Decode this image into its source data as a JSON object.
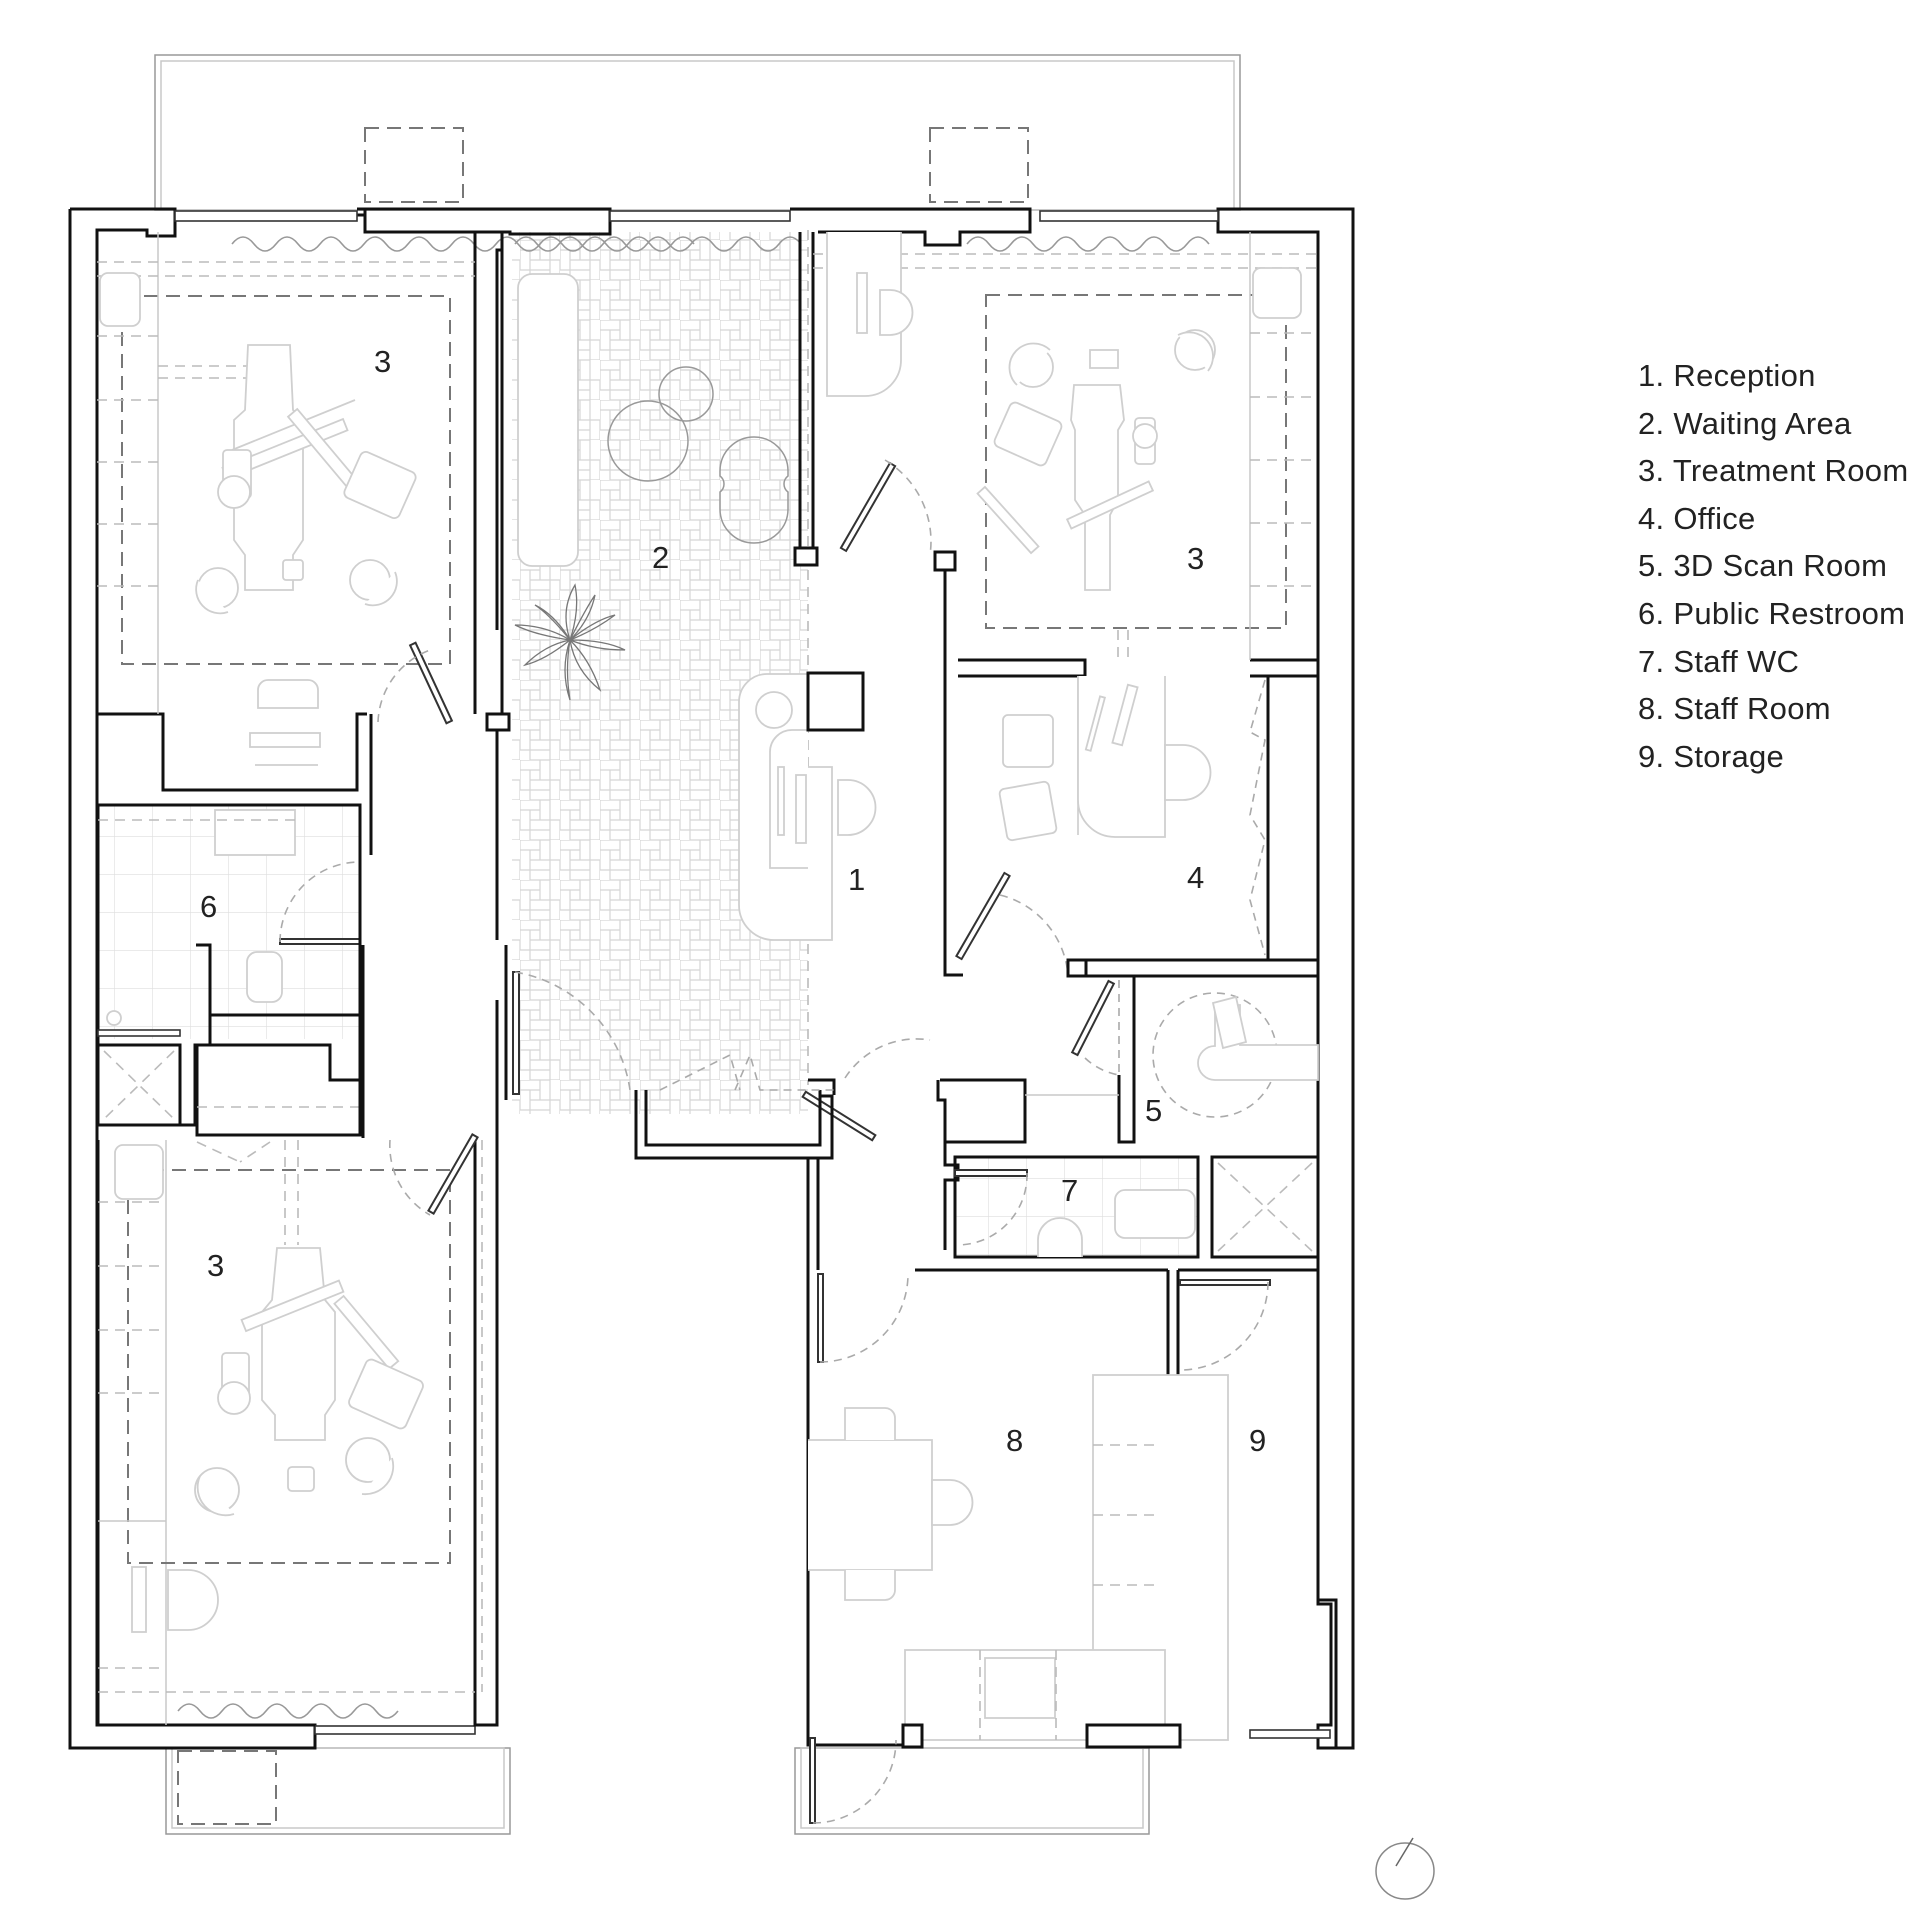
{
  "legend": {
    "items": [
      {
        "number": "1.",
        "label": "Reception"
      },
      {
        "number": "2.",
        "label": "Waiting Area"
      },
      {
        "number": "3.",
        "label": "Treatment Room"
      },
      {
        "number": "4.",
        "label": "Office"
      },
      {
        "number": "5.",
        "label": "3D Scan Room"
      },
      {
        "number": "6.",
        "label": "Public Restroom"
      },
      {
        "number": "7.",
        "label": "Staff WC"
      },
      {
        "number": "8.",
        "label": "Staff Room"
      },
      {
        "number": "9.",
        "label": "Storage"
      }
    ]
  },
  "plan": {
    "room_labels": [
      {
        "id": "reception",
        "text": "1"
      },
      {
        "id": "waiting-area",
        "text": "2"
      },
      {
        "id": "treatment-room-nw",
        "text": "3"
      },
      {
        "id": "treatment-room-ne",
        "text": "3"
      },
      {
        "id": "treatment-room-sw",
        "text": "3"
      },
      {
        "id": "office",
        "text": "4"
      },
      {
        "id": "scan-room",
        "text": "5"
      },
      {
        "id": "public-restroom",
        "text": "6"
      },
      {
        "id": "staff-wc",
        "text": "7"
      },
      {
        "id": "staff-room",
        "text": "8"
      },
      {
        "id": "storage",
        "text": "9"
      }
    ],
    "north_arrow_icon": "north-arrow-icon"
  },
  "colors": {
    "wall": "#111111",
    "furniture": "#cfcfcf",
    "dashed": "#777777",
    "text": "#222222",
    "background": "#ffffff"
  }
}
